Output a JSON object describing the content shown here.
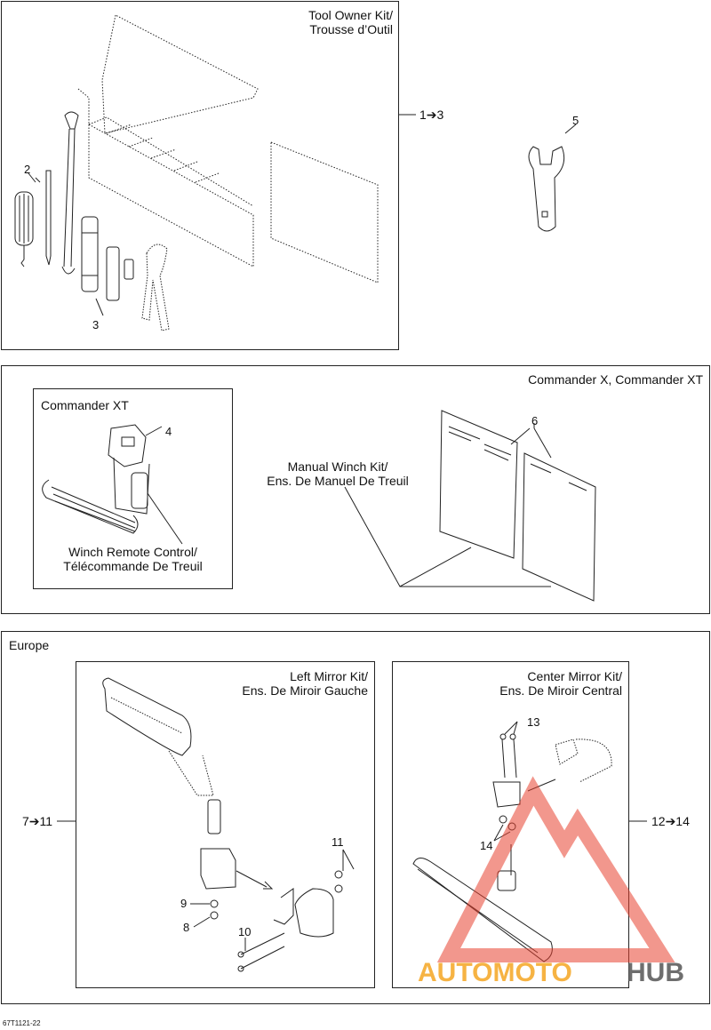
{
  "panel1": {
    "title_line1": "Tool Owner Kit/",
    "title_line2": "Trousse d’Outil",
    "ref_range": "1➔3",
    "callouts": {
      "c2": "2",
      "c3": "3",
      "c5": "5"
    }
  },
  "panel2": {
    "title": "Commander X, Commander XT",
    "inset_title": "Commander XT",
    "callout4": "4",
    "winch_line1": "Winch Remote Control/",
    "winch_line2": "Télécommande De Treuil",
    "manual_line1": "Manual Winch Kit/",
    "manual_line2": "Ens. De Manuel De Treuil",
    "callout6": "6"
  },
  "panel3": {
    "title": "Europe",
    "left_ref": "7➔11",
    "right_ref": "12➔14",
    "left_kit_line1": "Left Mirror Kit/",
    "left_kit_line2": "Ens. De Miroir Gauche",
    "center_kit_line1": "Center Mirror Kit/",
    "center_kit_line2": "Ens. De Miroir Central",
    "callouts": {
      "c8": "8",
      "c9": "9",
      "c10": "10",
      "c11": "11",
      "c13": "13",
      "c14": "14"
    }
  },
  "watermark": {
    "part1": "AUTOMOTO",
    "part2": "HUB",
    "color_red": "#e8412f",
    "color_orange": "#f5a623",
    "color_gray": "#555555"
  },
  "footer_code": "67T1121-22"
}
